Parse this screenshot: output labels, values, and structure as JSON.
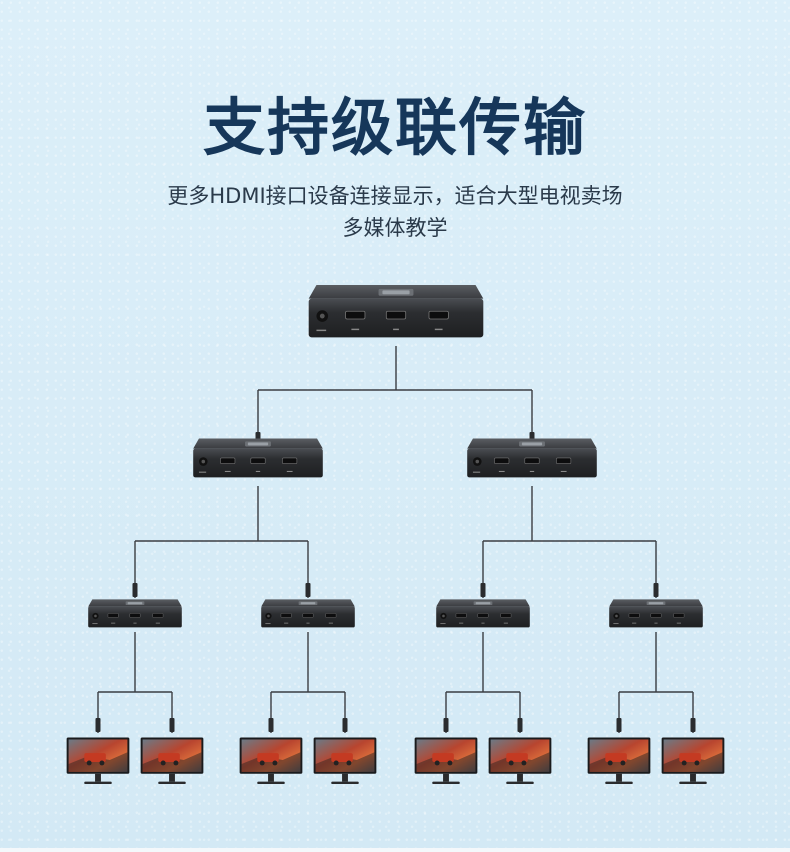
{
  "header": {
    "title": "支持级联传输",
    "subtitle_line1": "更多HDMI接口设备连接显示，适合大型电视卖场",
    "subtitle_line2": "多媒体教学"
  },
  "diagram": {
    "type": "hdmi-splitter-cascade-tree",
    "levels": [
      {
        "level": 1,
        "device": "hdmi-splitter",
        "count": 1
      },
      {
        "level": 2,
        "device": "hdmi-splitter",
        "count": 2
      },
      {
        "level": 3,
        "device": "hdmi-splitter",
        "count": 4
      },
      {
        "level": 4,
        "device": "monitor",
        "count": 8
      }
    ],
    "colors": {
      "background": "#d8ecf7",
      "title": "#16375a",
      "device_body": "#2b2d30",
      "cable": "#3a3d42"
    }
  }
}
